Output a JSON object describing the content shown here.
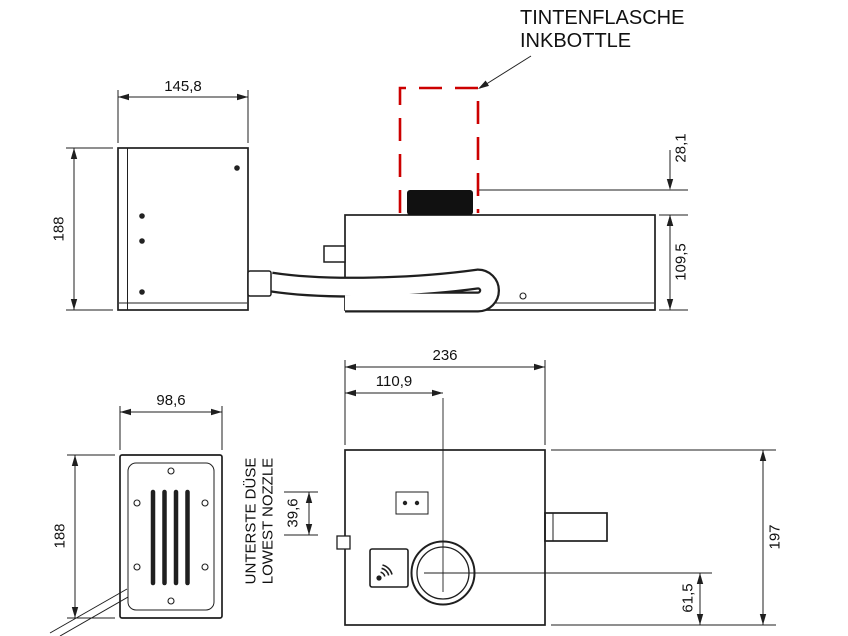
{
  "drawing": {
    "type": "technical-dimension-drawing",
    "background": "#ffffff"
  },
  "colors": {
    "line": "#1f1f1f",
    "accent_red": "#cc0000",
    "cap_fill": "#111111"
  },
  "annotations": {
    "inkbottle_line1": "TINTENFLASCHE",
    "inkbottle_line2": "INKBOTTLE",
    "nozzle_line1": "UNTERSTE DÜSE",
    "nozzle_line2": "LOWEST NOZZLE"
  },
  "dimensions": {
    "side_controller_width": "145,8",
    "side_controller_height": "188",
    "side_cap_offset": "28,1",
    "side_body_height": "109,5",
    "front_width": "98,6",
    "front_height": "188",
    "front_nozzle_offset": "39,6",
    "top_width": "236",
    "top_nozzle_center_x": "110,9",
    "top_depth": "197",
    "top_nozzle_center_y": "61,5"
  }
}
